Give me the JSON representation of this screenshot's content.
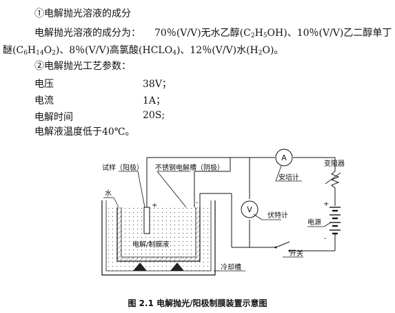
{
  "section1": {
    "heading": "①电解抛光溶液的成分",
    "intro": "电解抛光溶液的成分为：",
    "p70": "70％(V/V)无水乙醇(C",
    "p70_sub1": "2",
    "p70_mid": "H",
    "p70_sub2": "5",
    "p70_end": "OH)、10％(V/V)乙二醇单丁",
    "line2_a": "醚(C",
    "line2_sub1": "6",
    "line2_b": "H",
    "line2_sub2": "14",
    "line2_c": "O",
    "line2_sub3": "2",
    "line2_d": ")、8％(V/V)高氯酸(HCLO",
    "line2_sub4": "4",
    "line2_e": ")、12％(V/V)水(H",
    "line2_sub5": "2",
    "line2_f": "O)。"
  },
  "section2": {
    "heading": "②电解抛光工艺参数：",
    "params": [
      {
        "label": "电压",
        "value": "38V；"
      },
      {
        "label": "电流",
        "value": "1A；"
      },
      {
        "label": "电解时间",
        "value": "20S;"
      }
    ],
    "temperature": "电解液温度低于40℃。"
  },
  "diagram": {
    "labels": {
      "sample": "试样（阳极）",
      "tank": "不锈钢电解槽（阴极）",
      "water": "水",
      "solution": "电解/制膜液",
      "ammeter": "安培计",
      "voltmeter": "伏特计",
      "rheostat": "变阻器",
      "power": "电源",
      "switch": "开关",
      "cooling": "冷却槽",
      "ammeter_symbol": "A",
      "voltmeter_symbol": "V",
      "plus1": "+",
      "minus1": "-",
      "plus2": "+",
      "minus2": "-"
    }
  },
  "caption": "图 2.1  电解抛光/阳极制膜装置示意图"
}
